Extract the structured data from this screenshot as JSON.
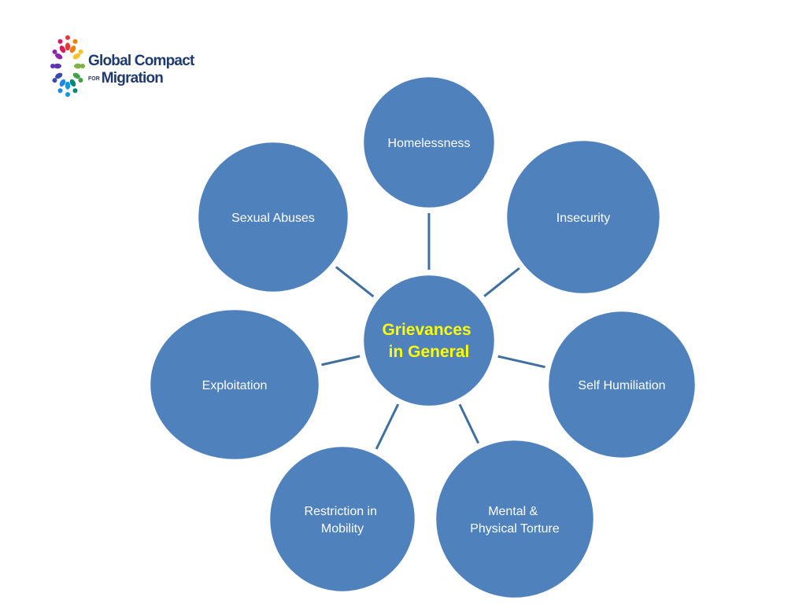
{
  "logo": {
    "line1": "Global Compact",
    "for_text": "FOR",
    "line2": "Migration",
    "petal_colors": [
      "#e53935",
      "#f57c00",
      "#fbc02d",
      "#7cb342",
      "#43a047",
      "#00897b",
      "#039be5",
      "#1e88e5",
      "#3949ab",
      "#5e35b1",
      "#8e24aa",
      "#d81b60"
    ]
  },
  "diagram": {
    "colors": {
      "node_fill": "#4f81bd",
      "node_stroke": "#ffffff",
      "connector": "#3f6f9f",
      "label_text": "#ffffff",
      "center_text": "#ffff00"
    },
    "center": {
      "lines": [
        "Grievances",
        "in General"
      ]
    },
    "nodes": [
      {
        "id": "homelessness",
        "lines": [
          "Homelessness"
        ]
      },
      {
        "id": "insecurity",
        "lines": [
          "Insecurity"
        ]
      },
      {
        "id": "self-humiliation",
        "lines": [
          "Self Humiliation"
        ]
      },
      {
        "id": "mental-physical-torture",
        "lines": [
          "Mental &",
          "Physical Torture"
        ]
      },
      {
        "id": "restriction-in-mobility",
        "lines": [
          "Restriction in",
          "Mobility"
        ]
      },
      {
        "id": "exploitation",
        "lines": [
          "Exploitation"
        ]
      },
      {
        "id": "sexual-abuses",
        "lines": [
          "Sexual Abuses"
        ]
      }
    ]
  }
}
